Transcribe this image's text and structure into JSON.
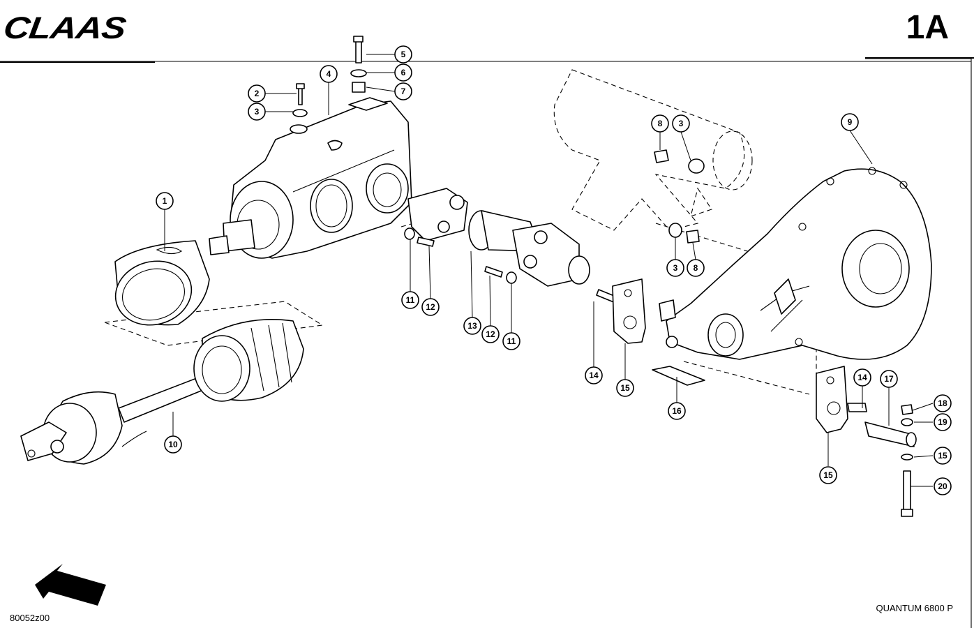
{
  "header": {
    "brand": "CLAAS",
    "page_code": "1A"
  },
  "footer": {
    "drawing_number": "80052z00",
    "model": "QUANTUM 6800 P"
  },
  "callouts": [
    "1",
    "2",
    "3",
    "4",
    "5",
    "6",
    "7",
    "8",
    "3",
    "3",
    "8",
    "9",
    "10",
    "11",
    "12",
    "13",
    "12",
    "11",
    "14",
    "15",
    "16",
    "14",
    "17",
    "18",
    "19",
    "15",
    "15",
    "20"
  ],
  "parts": [
    {
      "label": "1",
      "name": "guard-cone"
    },
    {
      "label": "2",
      "name": "bolt"
    },
    {
      "label": "3",
      "name": "washer"
    },
    {
      "label": "4",
      "name": "gearbox"
    },
    {
      "label": "5",
      "name": "bolt"
    },
    {
      "label": "6",
      "name": "washer"
    },
    {
      "label": "7",
      "name": "nut"
    },
    {
      "label": "8",
      "name": "nut"
    },
    {
      "label": "9",
      "name": "gearbox-housing"
    },
    {
      "label": "10",
      "name": "pto-shaft"
    },
    {
      "label": "11",
      "name": "washer"
    },
    {
      "label": "12",
      "name": "bolt"
    },
    {
      "label": "13",
      "name": "universal-joint-shaft"
    },
    {
      "label": "14",
      "name": "bolt"
    },
    {
      "label": "15",
      "name": "bracket"
    },
    {
      "label": "16",
      "name": "plate"
    },
    {
      "label": "17",
      "name": "pin"
    },
    {
      "label": "18",
      "name": "nut"
    },
    {
      "label": "19",
      "name": "washer"
    },
    {
      "label": "20",
      "name": "bolt"
    }
  ]
}
